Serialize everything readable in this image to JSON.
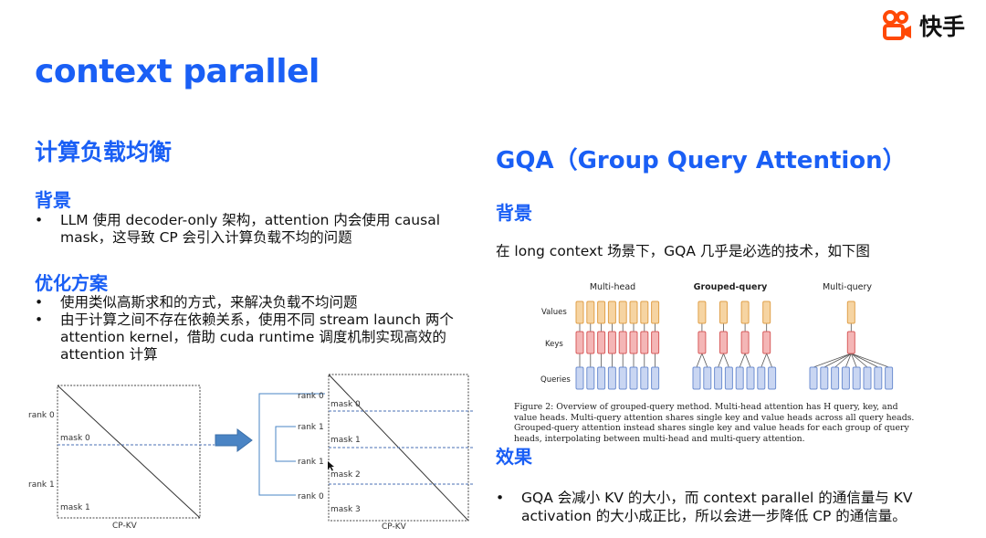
{
  "logo": {
    "text": "快手"
  },
  "title": "context parallel",
  "left": {
    "heading": "计算负载均衡",
    "background": {
      "heading": "背景",
      "bullets": [
        "LLM 使用 decoder-only 架构，attention 内会使用 causal mask，这导致 CP 会引入计算负载不均的问题"
      ]
    },
    "optimization": {
      "heading": "优化方案",
      "bullets": [
        "使用类似高斯求和的方式，来解决负载不均问题",
        "由于计算之间不存在依赖关系，使用不同 stream launch 两个 attention kernel，借助 cuda runtime 调度机制实现高效的 attention 计算"
      ]
    },
    "diagram1": {
      "rank0": "rank 0",
      "rank1": "rank 1",
      "mask0": "mask 0",
      "mask1": "mask 1",
      "xlabel": "CP-KV"
    },
    "diagram2": {
      "ranks": [
        "rank 0",
        "rank 1",
        "rank 1",
        "rank 0"
      ],
      "masks": [
        "mask 0",
        "mask 1",
        "mask 2",
        "mask 3"
      ],
      "xlabel": "CP-KV"
    }
  },
  "right": {
    "heading": "GQA（Group Query Attention）",
    "background": {
      "heading": "背景",
      "text": "在 long context 场景下，GQA 几乎是必选的技术，如下图"
    },
    "figure": {
      "col_titles": [
        "Multi-head",
        "Grouped-query",
        "Multi-query"
      ],
      "row_labels": [
        "Values",
        "Keys",
        "Queries"
      ],
      "caption": "Figure 2: Overview of grouped-query method. Multi-head attention has H query, key, and value heads. Multi-query attention shares single key and value heads across all query heads. Grouped-query attention instead shares single key and value heads for each group of query heads, interpolating between multi-head and multi-query attention.",
      "colors": {
        "value": "#f6d4a2",
        "value_stroke": "#e0a04a",
        "key": "#f4b6b6",
        "key_stroke": "#d85c5c",
        "query": "#c9d6f2",
        "query_stroke": "#6f8fd1"
      }
    },
    "effect": {
      "heading": "效果",
      "bullets": [
        "GQA 会减小 KV 的大小，而 context parallel 的通信量与 KV activation 的大小成正比，所以会进一步降低 CP 的通信量。"
      ]
    }
  },
  "colors": {
    "accent": "#1a5ff5",
    "arrow": "#4a84c4",
    "dashed_line": "#4a6fb5"
  }
}
